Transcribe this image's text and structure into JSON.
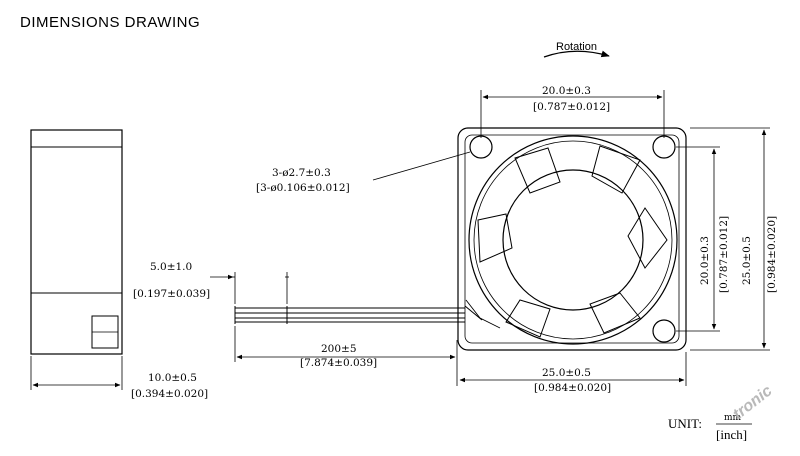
{
  "title": "DIMENSIONS DRAWING",
  "rotation_label": "Rotation",
  "dims": {
    "top_width_mm": "20.0±0.3",
    "top_width_in": "[0.787±0.012]",
    "holes_mm": "3-ø2.7±0.3",
    "holes_in": "[3-ø0.106±0.012]",
    "right_inner_mm": "20.0±0.3",
    "right_inner_in": "[0.787±0.012]",
    "right_outer_mm": "25.0±0.5",
    "right_outer_in": "[0.984±0.020]",
    "wire_strip_mm": "5.0±1.0",
    "wire_strip_in": "[0.197±0.039]",
    "wire_len_mm": "200±5",
    "wire_len_in": "[7.874±0.039]",
    "bottom_width_mm": "25.0±0.5",
    "bottom_width_in": "[0.984±0.020]",
    "thickness_mm": "10.0±0.5",
    "thickness_in": "[0.394±0.020]"
  },
  "unit": {
    "label": "UNIT:",
    "top": "mm",
    "bottom": "[inch]"
  },
  "watermark": "tronic"
}
